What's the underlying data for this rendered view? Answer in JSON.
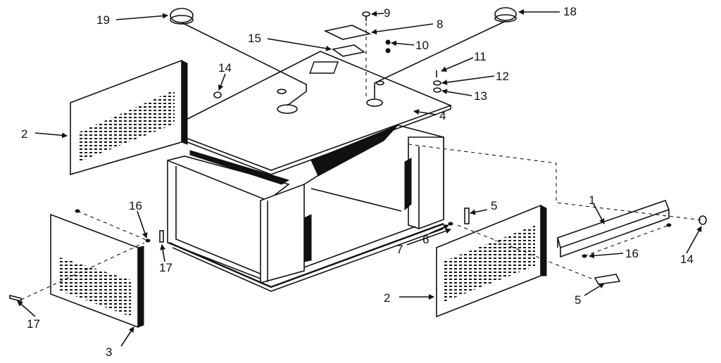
{
  "callouts": {
    "c1": "1",
    "c2a": "2",
    "c2b": "2",
    "c3": "3",
    "c4": "4",
    "c5a": "5",
    "c5b": "5",
    "c6": "6",
    "c7": "7",
    "c8": "8",
    "c9": "9",
    "c10": "10",
    "c11": "11",
    "c12": "12",
    "c13": "13",
    "c14a": "14",
    "c14b": "14",
    "c15": "15",
    "c16a": "16",
    "c16b": "16",
    "c17a": "17",
    "c17b": "17",
    "c18": "18",
    "c19": "19"
  }
}
